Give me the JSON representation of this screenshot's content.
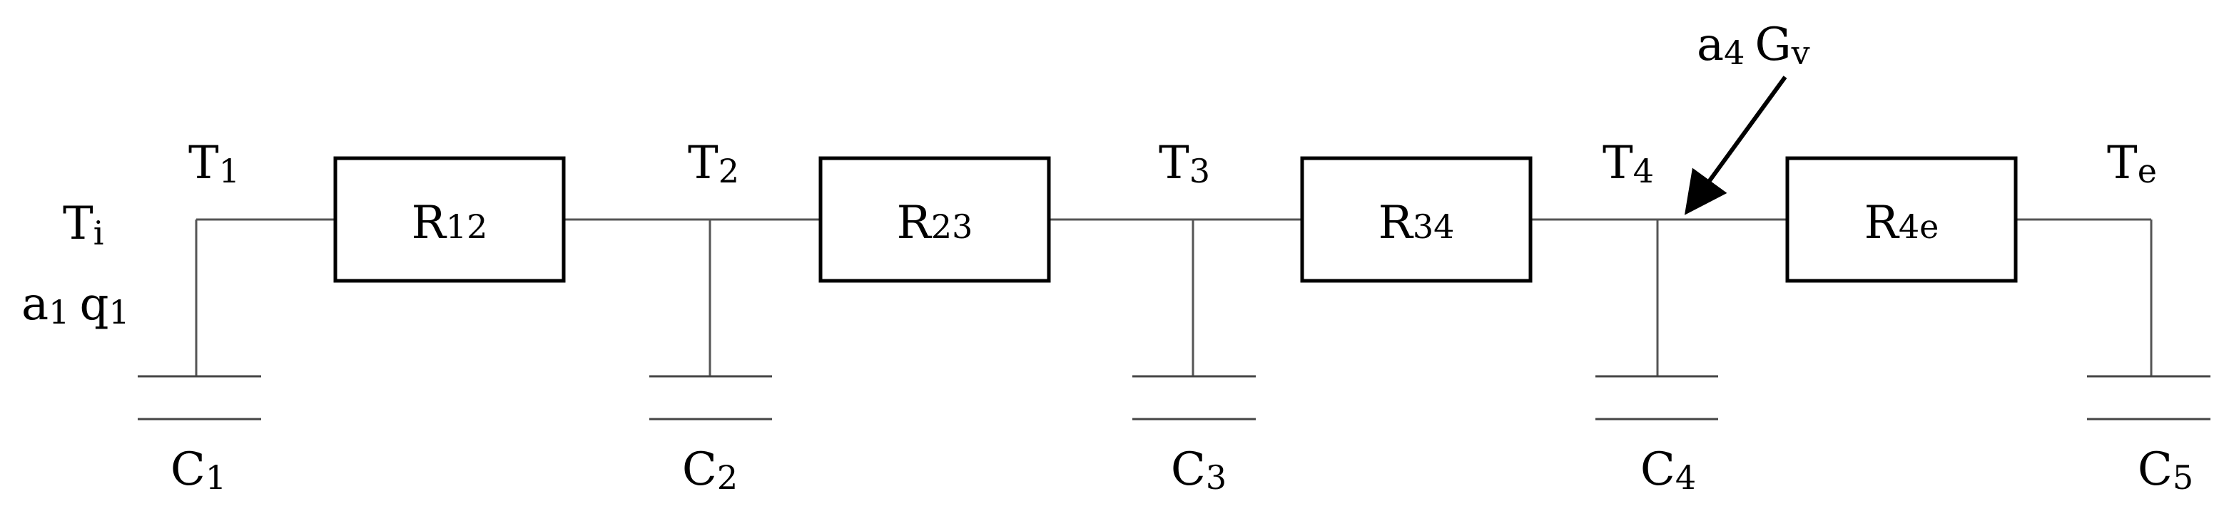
{
  "diagram": {
    "source": {
      "temp_main": "T",
      "temp_sub": "i",
      "heat_a": "a",
      "heat_a_sub": "1",
      "heat_q": "q",
      "heat_q_sub": "1"
    },
    "nodes": [
      {
        "main": "T",
        "sub": "1"
      },
      {
        "main": "T",
        "sub": "2"
      },
      {
        "main": "T",
        "sub": "3"
      },
      {
        "main": "T",
        "sub": "4"
      },
      {
        "main": "T",
        "sub": "e"
      }
    ],
    "resistors": [
      {
        "main": "R",
        "sub": "12"
      },
      {
        "main": "R",
        "sub": "23"
      },
      {
        "main": "R",
        "sub": "34"
      },
      {
        "main": "R",
        "sub": "4e"
      }
    ],
    "capacitors": [
      {
        "main": "C",
        "sub": "1"
      },
      {
        "main": "C",
        "sub": "2"
      },
      {
        "main": "C",
        "sub": "3"
      },
      {
        "main": "C",
        "sub": "4"
      },
      {
        "main": "C",
        "sub": "5"
      }
    ],
    "gain": {
      "a_main": "a",
      "a_sub": "4",
      "g_main": "G",
      "g_sub": "v"
    }
  }
}
